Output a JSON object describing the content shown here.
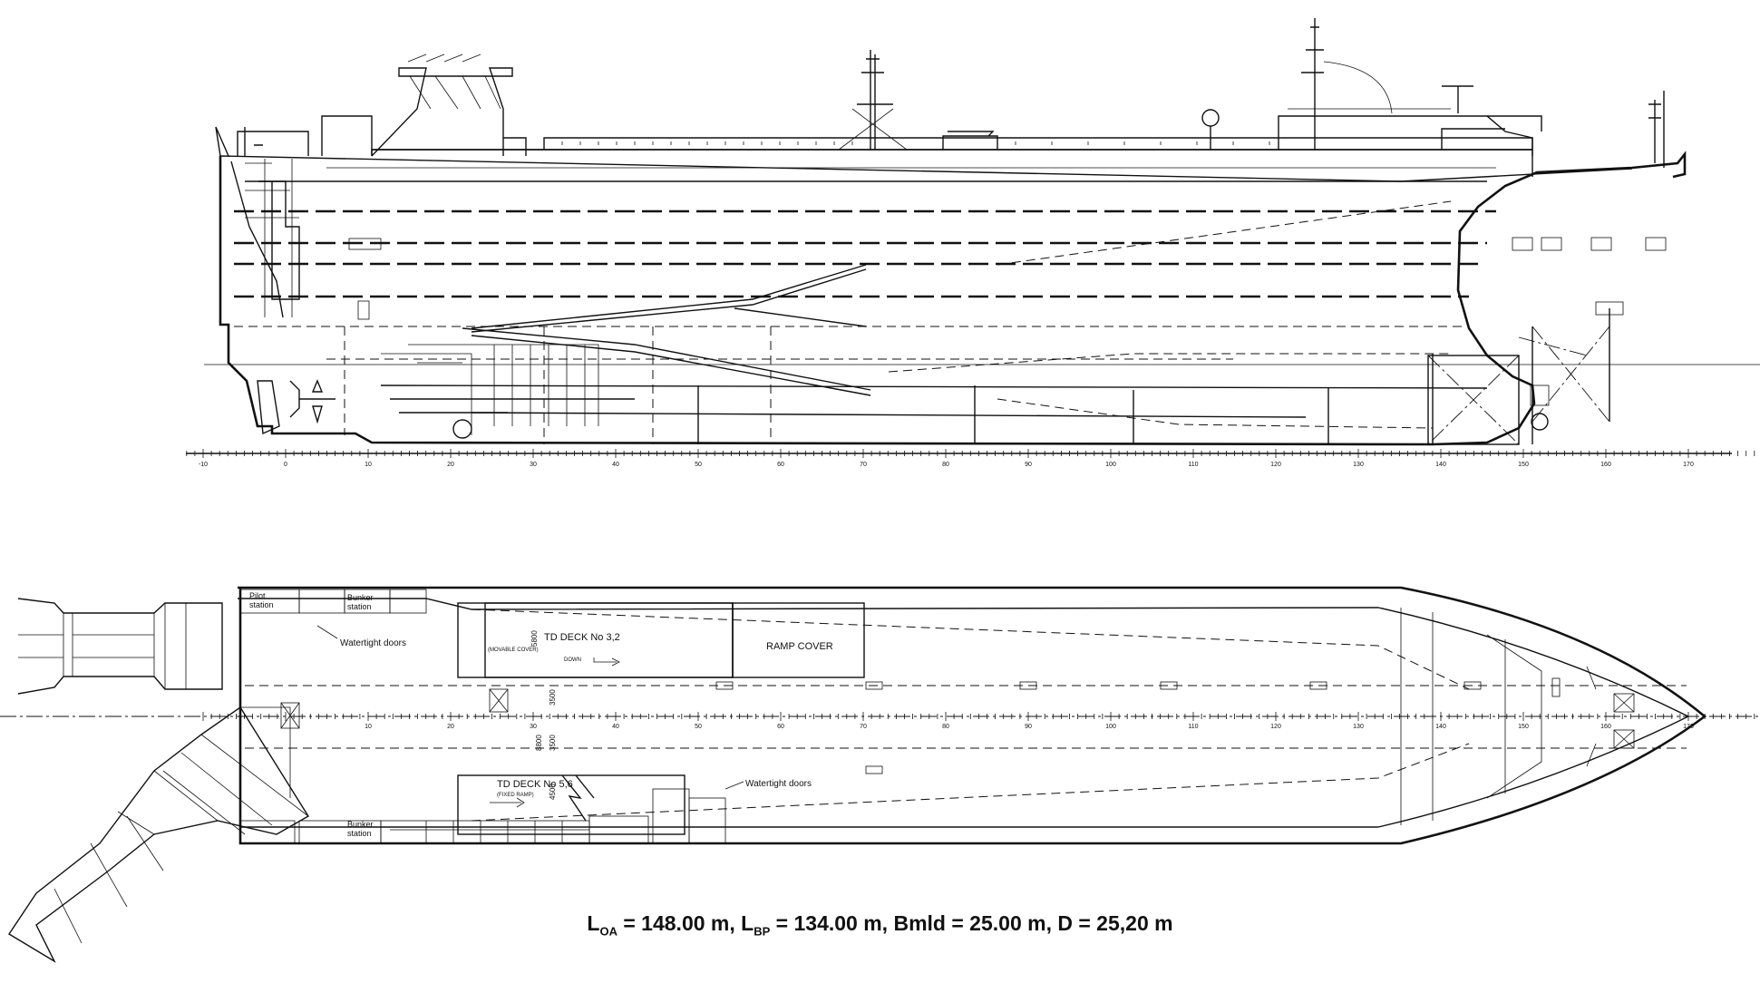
{
  "profile_view": {
    "frame_ticks": [
      "-10",
      "0",
      "10",
      "20",
      "30",
      "40",
      "50",
      "60",
      "70",
      "80",
      "90",
      "100",
      "110",
      "120",
      "130",
      "140",
      "150",
      "160",
      "170"
    ]
  },
  "plan_view": {
    "frame_ticks": [
      "10",
      "20",
      "30",
      "40",
      "50",
      "60",
      "70",
      "80",
      "90",
      "100",
      "110",
      "120",
      "130",
      "140",
      "150",
      "160",
      "170"
    ],
    "labels": {
      "pilot_station": "Pilot",
      "pilot_station_2": "station",
      "bunker_station": "Bunker",
      "bunker_station_2": "station",
      "bunker_station_lower": "Bunker",
      "bunker_station_lower_2": "station",
      "watertight_doors_upper": "Watertight doors",
      "watertight_doors_lower": "Watertight doors",
      "td_deck_32": "TD DECK No 3,2",
      "movable_cover": "(MOVABLE COVER)",
      "td_deck_56": "TD DECK No 5,6",
      "fixed_ramp": "(FIXED RAMP)",
      "ramp_cover": "RAMP COVER",
      "down": "DOWN",
      "dim_5800": "5800",
      "dim_3500a": "3500",
      "dim_3500b": "3500",
      "dim_8800": "8800",
      "dim_4500": "4500"
    }
  },
  "caption": {
    "loa_l": "L",
    "loa_sub": "OA",
    "loa_val": " = 148.00 m, ",
    "lbp_l": "L",
    "lbp_sub": "BP",
    "lbp_val": " = 134.00 m, Bmld = 25.00 m, D = 25,20 m"
  }
}
